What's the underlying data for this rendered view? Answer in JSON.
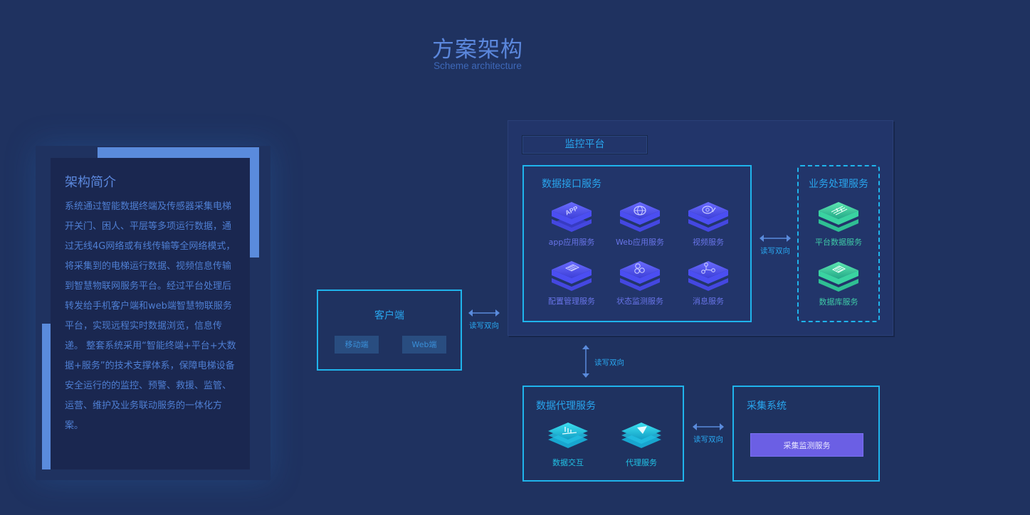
{
  "header": {
    "title": "方案架构",
    "subtitle": "Scheme architecture"
  },
  "intro": {
    "heading": "架构简介",
    "text": "系统通过智能数据终端及传感器采集电梯开关门、困人、平层等多项运行数据，通过无线4G网络或有线传输等全网络模式，将采集到的电梯运行数据、视频信息传输到智慧物联网服务平台。经过平台处理后转发给手机客户端和web端智慧物联服务平台，实现远程实时数据浏览，信息传递。 整套系统采用“智能终端+平台+大数据+服务”的技术支撑体系，保障电梯设备安全运行的的监控、预警、救援、监管、运营、维护及业务联动服务的一体化方案。"
  },
  "platform": {
    "label": "监控平台",
    "interface_box": {
      "title": "数据接口服务",
      "services": [
        {
          "label": "app应用服务",
          "icon": "app-icon"
        },
        {
          "label": "Web应用服务",
          "icon": "globe-icon"
        },
        {
          "label": "视频服务",
          "icon": "camera-icon"
        },
        {
          "label": "配置管理服务",
          "icon": "config-list-icon"
        },
        {
          "label": "状态监测服务",
          "icon": "nodes-icon"
        },
        {
          "label": "消息服务",
          "icon": "share-icon"
        }
      ]
    },
    "business_box": {
      "title": "业务处理服务",
      "services": [
        {
          "label": "平台数据服务",
          "icon": "sliders-icon"
        },
        {
          "label": "数据库服务",
          "icon": "database-icon"
        }
      ]
    }
  },
  "client": {
    "title": "客户端",
    "buttons": [
      "移动端",
      "Web端"
    ]
  },
  "proxy": {
    "title": "数据代理服务",
    "services": [
      {
        "label": "数据交互",
        "icon": "chart-bars-icon"
      },
      {
        "label": "代理服务",
        "icon": "paper-plane-icon"
      }
    ]
  },
  "collect": {
    "title": "采集系统",
    "button": "采集监测服务"
  },
  "connectors": {
    "label": "读写双向"
  },
  "colors": {
    "background": "#1f3260",
    "accent_cyan": "#1fb4ec",
    "accent_blue": "#5a8bdc",
    "purple": "#6b5fe4",
    "green": "#3ec8a6"
  }
}
